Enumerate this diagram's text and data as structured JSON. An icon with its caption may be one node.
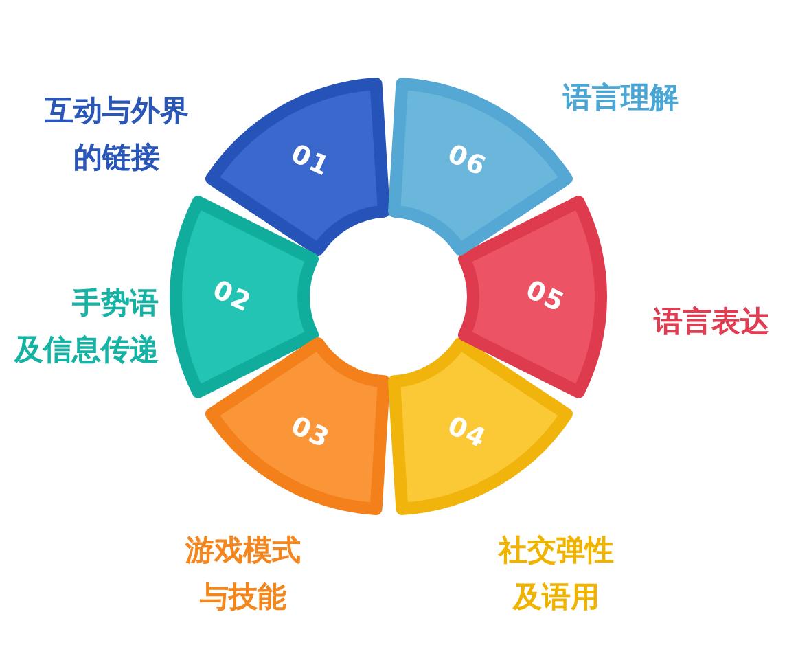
{
  "diagram": {
    "nodes": [
      {
        "text": [
          "01"
        ],
        "beside": [
          "互动与外界的链接"
        ]
      },
      {
        "text": [
          "02"
        ],
        "beside": [
          "手势语及信息传递"
        ]
      },
      {
        "text": [
          "03"
        ],
        "beside": [
          "游戏模式与技能"
        ]
      },
      {
        "text": [
          "04"
        ],
        "beside": [
          "社交弹性及语用"
        ]
      },
      {
        "text": [
          "05"
        ],
        "beside": [
          "语言表达"
        ]
      },
      {
        "text": [
          "06"
        ],
        "beside": [
          "语言理解"
        ]
      }
    ]
  }
}
